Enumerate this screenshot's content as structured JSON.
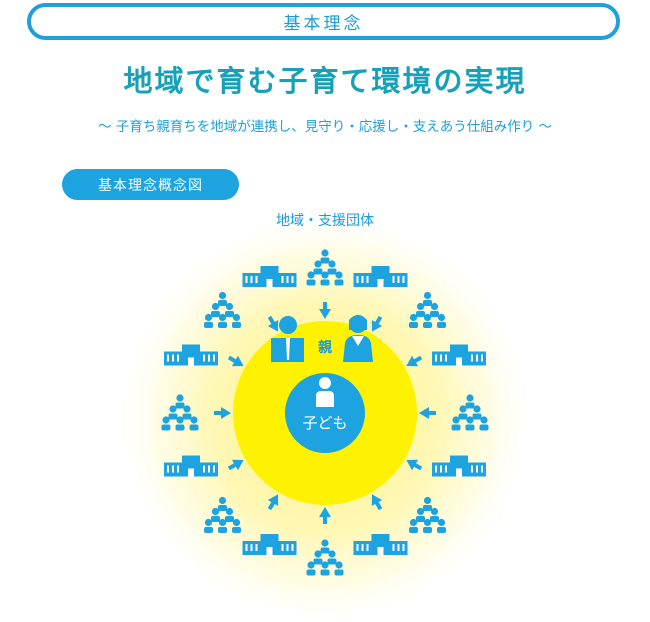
{
  "header": {
    "label": "基本理念"
  },
  "title": "地域で育む子育て環境の実現",
  "subtitle": "～ 子育ち親育ちを地域が連携し、見守り・応援し・支えあう仕組み作り ～",
  "diagram_title": "基本理念概念図",
  "outer_label": "地域・支援団体",
  "parent_label": "親",
  "child_label": "子ども",
  "colors": {
    "accent": "#1da3e0",
    "title": "#17a1b9",
    "circle": "#fff200",
    "glow": "#fff7b0"
  },
  "ring_icons": [
    "people-group-icon",
    "building-icon"
  ],
  "arrows": {
    "count": 12,
    "direction": "inward"
  }
}
